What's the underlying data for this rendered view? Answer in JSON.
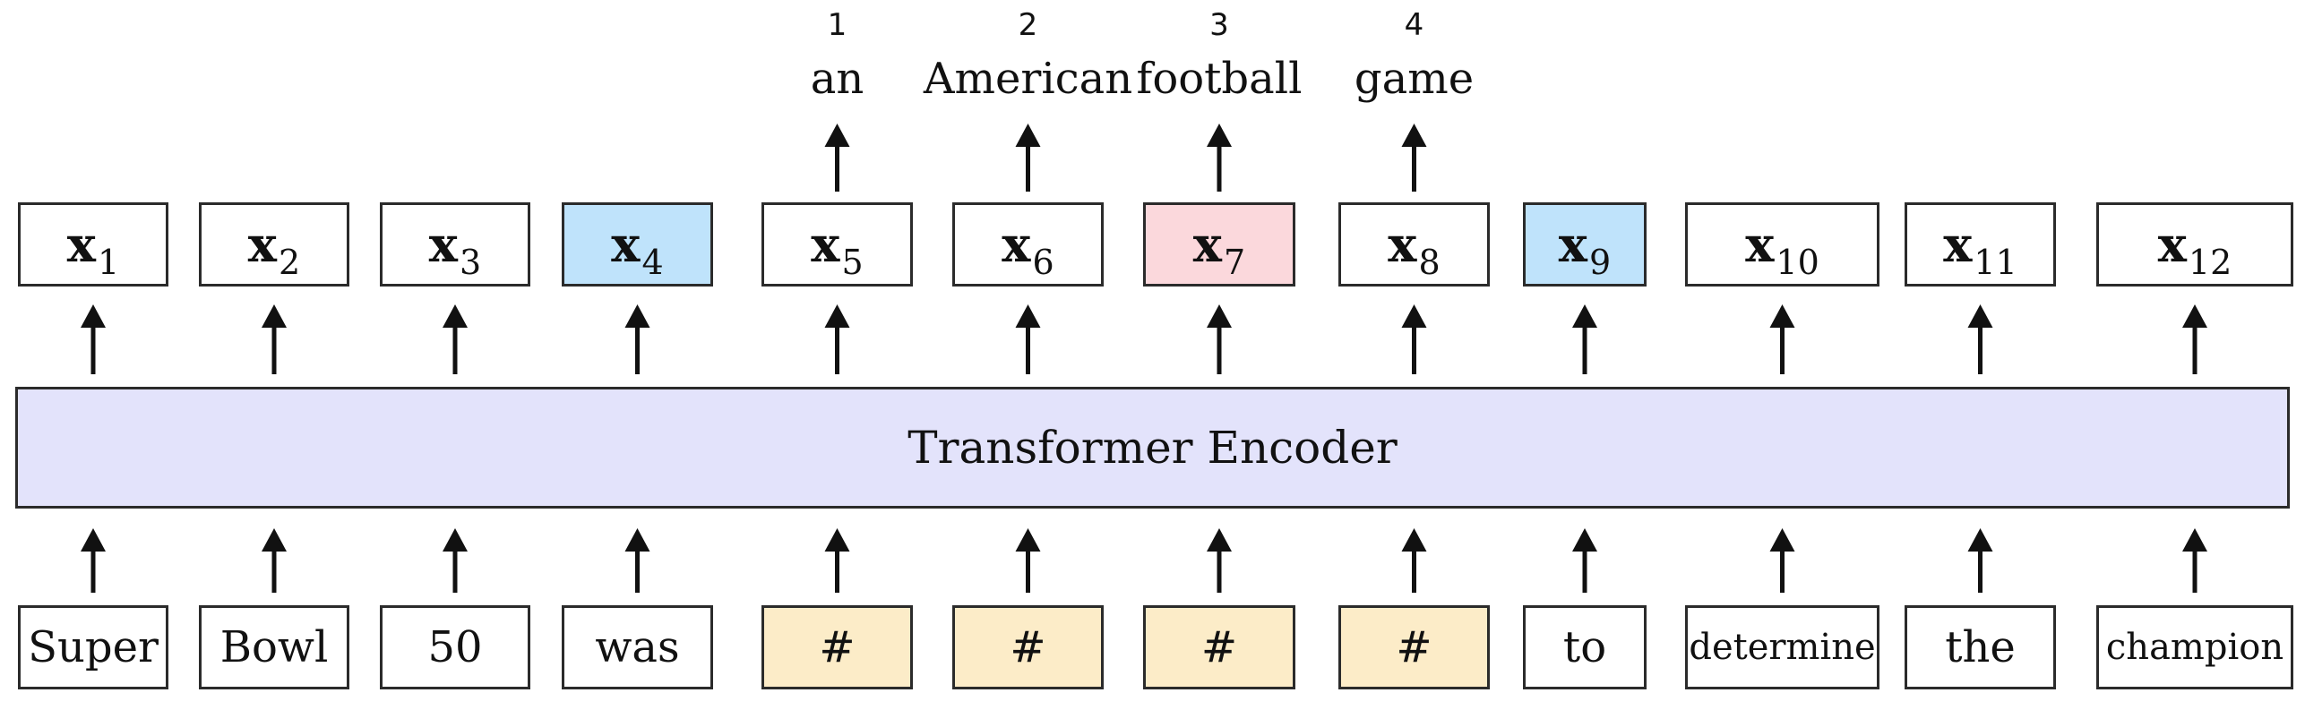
{
  "encoder": {
    "label": "Transformer Encoder",
    "fill": "#e3e3fb"
  },
  "colors": {
    "default": "#ffffff",
    "blue": "#bfe3fb",
    "pink": "#fbd8dc",
    "yellow": "#fcecc8"
  },
  "vectors": [
    {
      "symbol": "x",
      "sub": "1",
      "color": "default"
    },
    {
      "symbol": "x",
      "sub": "2",
      "color": "default"
    },
    {
      "symbol": "x",
      "sub": "3",
      "color": "default"
    },
    {
      "symbol": "x",
      "sub": "4",
      "color": "blue"
    },
    {
      "symbol": "x",
      "sub": "5",
      "color": "default"
    },
    {
      "symbol": "x",
      "sub": "6",
      "color": "default"
    },
    {
      "symbol": "x",
      "sub": "7",
      "color": "pink"
    },
    {
      "symbol": "x",
      "sub": "8",
      "color": "default"
    },
    {
      "symbol": "x",
      "sub": "9",
      "color": "blue"
    },
    {
      "symbol": "x",
      "sub": "10",
      "color": "default"
    },
    {
      "symbol": "x",
      "sub": "11",
      "color": "default"
    },
    {
      "symbol": "x",
      "sub": "12",
      "color": "default"
    }
  ],
  "tokens": [
    {
      "text": "Super",
      "color": "default"
    },
    {
      "text": "Bowl",
      "color": "default"
    },
    {
      "text": "50",
      "color": "default"
    },
    {
      "text": "was",
      "color": "default"
    },
    {
      "text": "#",
      "color": "yellow"
    },
    {
      "text": "#",
      "color": "yellow"
    },
    {
      "text": "#",
      "color": "yellow"
    },
    {
      "text": "#",
      "color": "yellow"
    },
    {
      "text": "to",
      "color": "default"
    },
    {
      "text": "determine",
      "color": "default"
    },
    {
      "text": "the",
      "color": "default"
    },
    {
      "text": "champion",
      "color": "default"
    }
  ],
  "outputs": [
    {
      "index": "1",
      "word": "an",
      "column": 4
    },
    {
      "index": "2",
      "word": "American",
      "column": 5
    },
    {
      "index": "3",
      "word": "football",
      "column": 6
    },
    {
      "index": "4",
      "word": "game",
      "column": 7
    }
  ]
}
